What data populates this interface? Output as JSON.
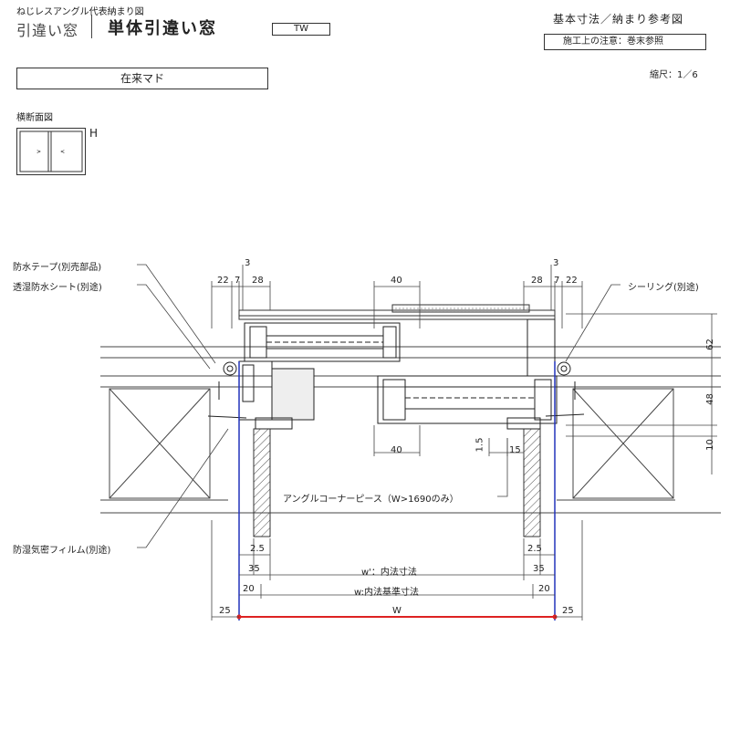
{
  "header": {
    "top_caption": "ねじレスアングル代表納まり図",
    "category": "引違い窓",
    "title": "単体引違い窓",
    "code": "TW",
    "ref_title": "基本寸法／納まり参考図",
    "ref_note": "施工上の注意：巻末参照",
    "scale": "縮尺：1／6",
    "wall_type": "在来マド",
    "section_label": "横断面図",
    "section_tag": "H"
  },
  "callouts": {
    "waterproof_tape": "防水テープ(別売部品)",
    "breathable_sheet": "透湿防水シート(別途)",
    "sealing": "シーリング(別途)",
    "corner_piece": "アングルコーナーピース（W>1690のみ）",
    "vapor_film": "防湿気密フィルム(別途)"
  },
  "dims": {
    "d3_left": "3",
    "d3_right": "3",
    "d22_left": "22",
    "d7_left": "7",
    "d28_left": "28",
    "d40_top": "40",
    "d28_right": "28",
    "d7_right": "7",
    "d22_right": "22",
    "d62": "62",
    "d48": "48",
    "d10": "10",
    "d40_mid": "40",
    "d1_5": "1.5",
    "d15": "15",
    "d2_5_left": "2.5",
    "d2_5_right": "2.5",
    "d35_left": "35",
    "d35_right": "35",
    "w_prime": "w'：内法寸法",
    "d20_left": "20",
    "d20_right": "20",
    "w_basis": "w:内法基準寸法",
    "d25_left": "25",
    "d25_right": "25",
    "W": "W"
  },
  "colors": {
    "blue_line": "#2233bb",
    "red_line": "#dd2222",
    "line": "#333333"
  }
}
